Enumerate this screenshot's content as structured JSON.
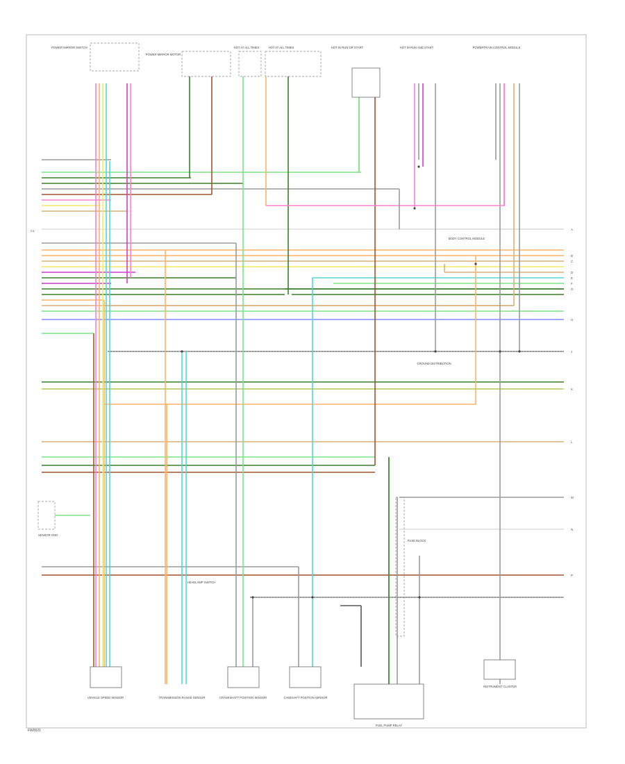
{
  "diagram": {
    "figure_code": "FW0021",
    "border": "#bbbbbb",
    "wire_colors": {
      "green": "#7de38a",
      "darkgreen": "#3a7d2a",
      "olive": "#b7c25a",
      "brown": "#a0522d",
      "gray": "#9a9a9a",
      "pink": "#ff7ed6",
      "magenta": "#d33ad3",
      "orange": "#ffb266",
      "yellow": "#f3ea66",
      "cyan": "#52d7d7",
      "blue": "#7f8cff",
      "black": "#333333",
      "tan": "#d9b07a",
      "violet": "#8d4fb3"
    },
    "top_components": [
      {
        "label": "POWER MIRROR SWITCH"
      },
      {
        "label": "POWER MIRROR MOTOR"
      },
      {
        "label": "HOT AT ALL TIMES"
      },
      {
        "label": "HOT AT ALL TIMES"
      },
      {
        "label": "HOT IN RUN OR START"
      },
      {
        "label": "HOT IN RUN AND START"
      },
      {
        "label": "POWERTRAIN CONTROL MODULE"
      }
    ],
    "left_connector_label": "C1",
    "right_pins": [
      "A",
      "B",
      "C",
      "D",
      "E",
      "F",
      "G",
      "H",
      "J",
      "K",
      "L",
      "M",
      "N",
      "P"
    ],
    "center_labels": [
      {
        "label": "BODY CONTROL MODULE"
      },
      {
        "label": "GROUND DISTRIBUTION"
      },
      {
        "label": "FUSE BLOCK"
      },
      {
        "label": "HEADLAMP SWITCH"
      }
    ],
    "bottom_components": [
      {
        "label": "VEHICLE SPEED SENSOR"
      },
      {
        "label": "TRANSMISSION RANGE SENSOR"
      },
      {
        "label": "CRANKSHAFT POSITION SENSOR"
      },
      {
        "label": "CAMSHAFT POSITION SENSOR"
      },
      {
        "label": "FUEL PUMP RELAY"
      },
      {
        "label": "INSTRUMENT CLUSTER"
      }
    ],
    "left_bottom_label": "SENSOR GND"
  }
}
